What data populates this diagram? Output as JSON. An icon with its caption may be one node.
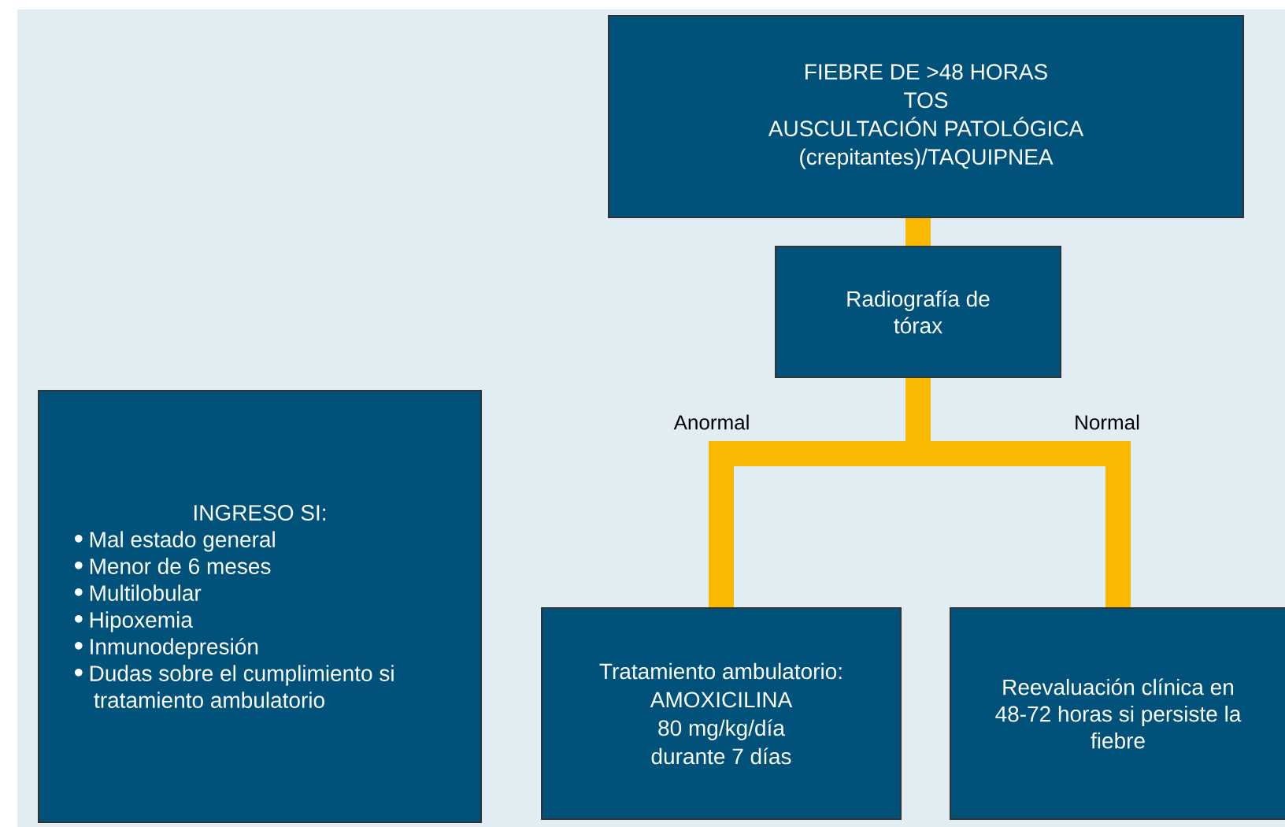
{
  "diagram": {
    "nodes": [
      {
        "text": [
          "FIEBRE DE >48 HORAS",
          "TOS",
          "AUSCULTACIÓN PATOLÓGICA",
          "(crepitantes)/TAQUIPNEA"
        ]
      },
      {
        "text": [
          "Radiografía de tórax"
        ]
      },
      {
        "text": [
          "Tratamiento ambulatorio:",
          "AMOXICILINA",
          "80 mg/kg/día",
          "durante 7 días"
        ]
      },
      {
        "text": [
          "Reevaluación clínica en 48-72 horas si persiste la fiebre"
        ]
      },
      {
        "text": [
          "INGRESO SI:",
          "Mal estado general",
          "Menor de 6 meses",
          "Multilobular",
          "Hipoxemia",
          "Inmunodepresión",
          "Dudas sobre el cumplimiento si tratamiento ambulatorio"
        ]
      }
    ],
    "edges": [
      {
        "from": 0,
        "to": 1,
        "arrow": "none"
      },
      {
        "from": 1,
        "to": 2,
        "arrow": "none",
        "label": "Anormal"
      },
      {
        "from": 1,
        "to": 3,
        "arrow": "none",
        "label": "Normal"
      }
    ]
  }
}
